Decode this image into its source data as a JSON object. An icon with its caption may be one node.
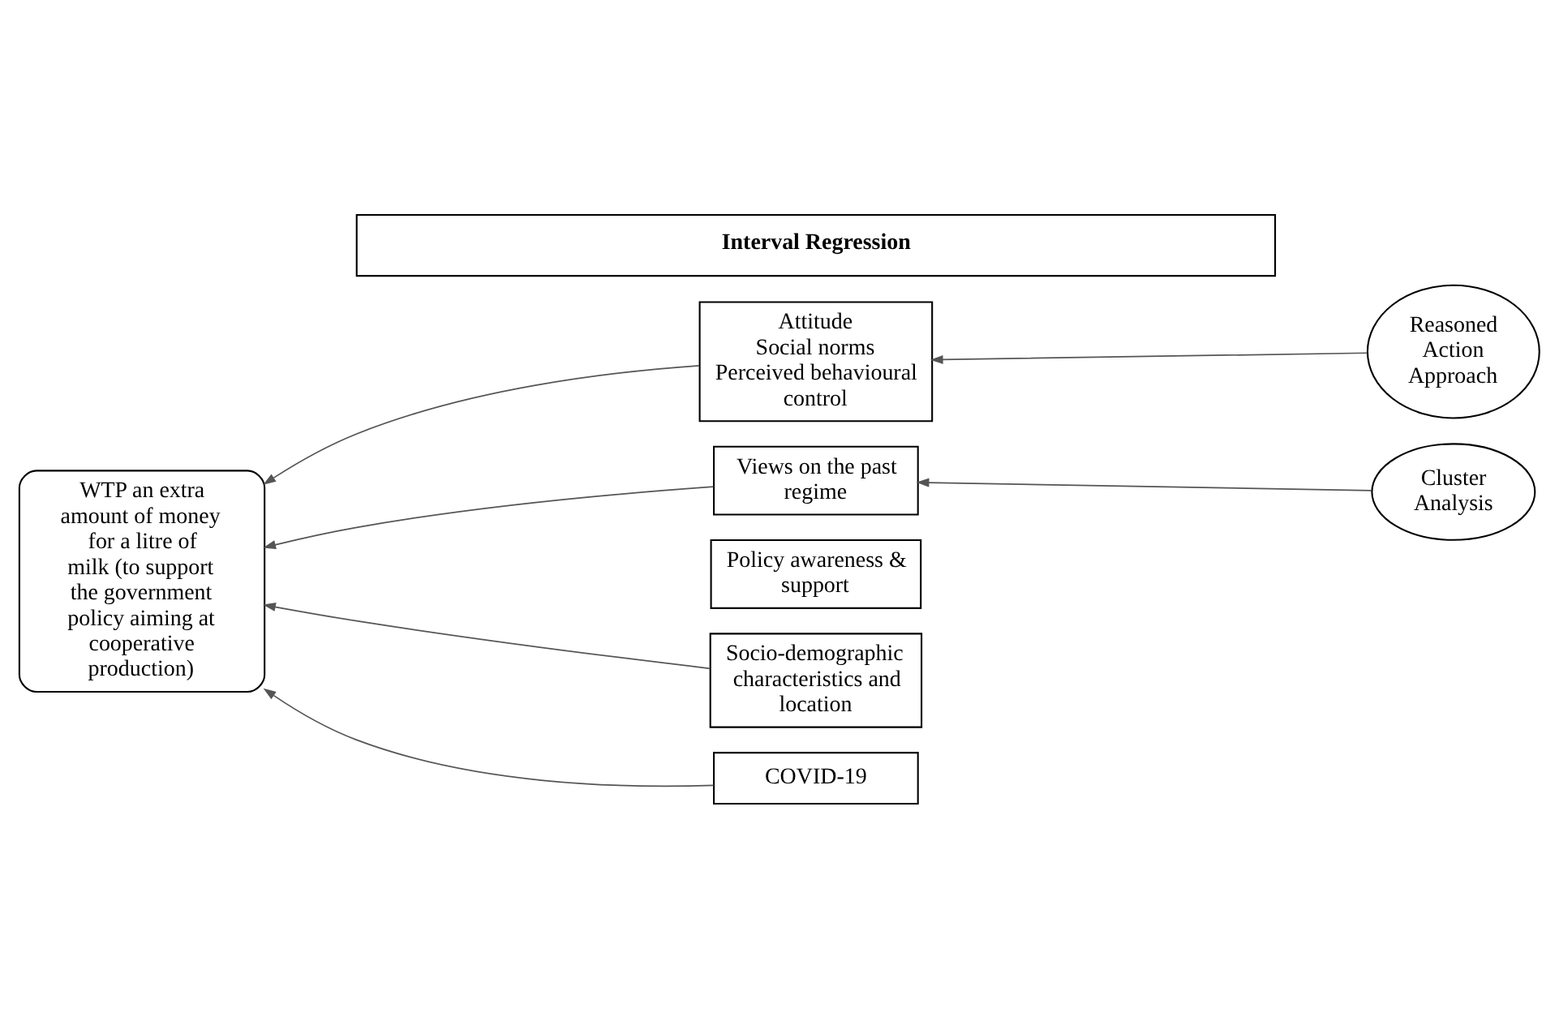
{
  "diagram": {
    "nodes": [
      {
        "text": [
          "Interval Regression"
        ]
      },
      {
        "text": [
          "WTP an extra amount of money for a litre of milk (to support the government policy aiming at cooperative production)"
        ]
      },
      {
        "text": [
          "Attitude",
          "Social norms",
          "Perceived behavioural control"
        ]
      },
      {
        "text": [
          "Views on the past regime"
        ]
      },
      {
        "text": [
          "Policy awareness & support"
        ]
      },
      {
        "text": [
          "Socio-demographic characteristics and location"
        ]
      },
      {
        "text": [
          "COVID-19"
        ]
      },
      {
        "text": [
          "Reasoned Action Approach"
        ]
      },
      {
        "text": [
          "Cluster Analysis"
        ]
      }
    ],
    "edges": [
      {
        "from": 2,
        "to": 1,
        "arrow": "to"
      },
      {
        "from": 3,
        "to": 1,
        "arrow": "to"
      },
      {
        "from": 5,
        "to": 1,
        "arrow": "to"
      },
      {
        "from": 6,
        "to": 1,
        "arrow": "to"
      },
      {
        "from": 7,
        "to": 2,
        "arrow": "to"
      },
      {
        "from": 8,
        "to": 3,
        "arrow": "to"
      }
    ]
  }
}
